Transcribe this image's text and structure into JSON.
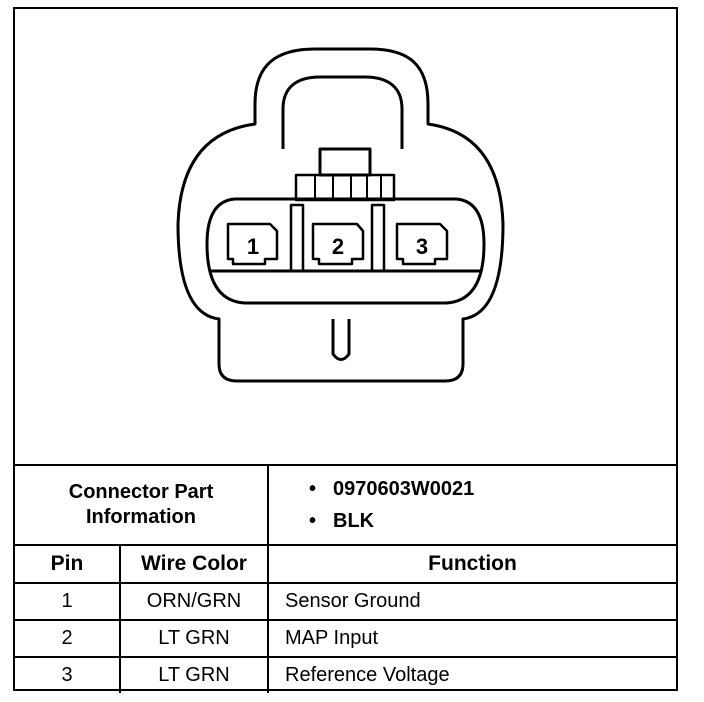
{
  "connector": {
    "pins": [
      {
        "label": "1"
      },
      {
        "label": "2"
      },
      {
        "label": "3"
      }
    ]
  },
  "part_info": {
    "label_line1": "Connector Part",
    "label_line2": "Information",
    "items": [
      "0970603W0021",
      "BLK"
    ]
  },
  "table": {
    "headers": {
      "pin": "Pin",
      "wire_color": "Wire Color",
      "function": "Function"
    },
    "rows": [
      {
        "pin": "1",
        "wire_color": "ORN/GRN",
        "function": "Sensor Ground"
      },
      {
        "pin": "2",
        "wire_color": "LT GRN",
        "function": "MAP Input"
      },
      {
        "pin": "3",
        "wire_color": "LT GRN",
        "function": "Reference Voltage"
      }
    ]
  }
}
